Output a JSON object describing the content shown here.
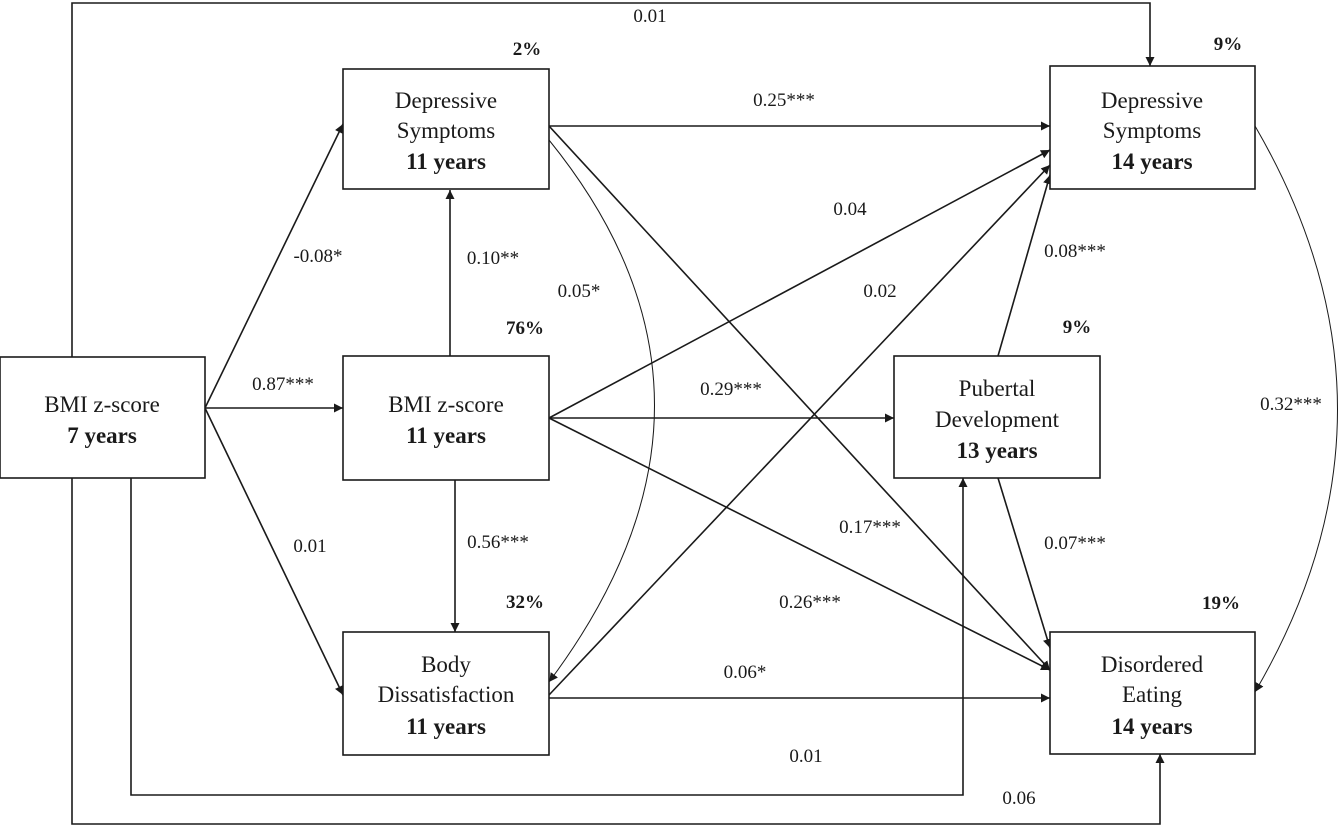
{
  "nodes": {
    "bmi7": {
      "lines": [
        "BMI z-score"
      ],
      "bold": "7 years"
    },
    "dep11": {
      "lines": [
        "Depressive",
        "Symptoms"
      ],
      "bold": "11 years"
    },
    "bmi11": {
      "lines": [
        "BMI z-score"
      ],
      "bold": "11 years"
    },
    "bd11": {
      "lines": [
        "Body",
        "Dissatisfaction"
      ],
      "bold": "11 years"
    },
    "dep14": {
      "lines": [
        "Depressive",
        "Symptoms"
      ],
      "bold": "14 years"
    },
    "pub13": {
      "lines": [
        "Pubertal",
        "Development"
      ],
      "bold": "13 years"
    },
    "de14": {
      "lines": [
        "Disordered",
        "Eating"
      ],
      "bold": "14 years"
    }
  },
  "variance_explained": {
    "dep11": "2%",
    "bmi11": "76%",
    "bd11": "32%",
    "dep14": "9%",
    "pub13": "9%",
    "de14": "19%"
  },
  "paths": [
    {
      "from": "bmi7",
      "to": "dep14",
      "coef": "0.01"
    },
    {
      "from": "bmi7",
      "to": "dep11",
      "coef": "-0.08*"
    },
    {
      "from": "bmi7",
      "to": "bmi11",
      "coef": "0.87***"
    },
    {
      "from": "bmi7",
      "to": "bd11",
      "coef": "0.01"
    },
    {
      "from": "bmi7",
      "to": "pub13",
      "coef": "0.01"
    },
    {
      "from": "bmi7",
      "to": "de14",
      "coef": "0.06"
    },
    {
      "from": "bmi11",
      "to": "dep11",
      "coef": "0.10**"
    },
    {
      "from": "bmi11",
      "to": "bd11",
      "coef": "0.56***"
    },
    {
      "from": "bmi11",
      "to": "dep14",
      "coef": "0.04"
    },
    {
      "from": "bmi11",
      "to": "pub13",
      "coef": "0.29***"
    },
    {
      "from": "bmi11",
      "to": "de14",
      "coef": "0.26***"
    },
    {
      "from": "dep11",
      "to": "dep14",
      "coef": "0.25***"
    },
    {
      "from": "dep11",
      "to": "de14",
      "coef": "0.17***"
    },
    {
      "from": "bd11",
      "to": "dep14",
      "coef": "0.02"
    },
    {
      "from": "bd11",
      "to": "de14",
      "coef": "0.06*"
    },
    {
      "from": "pub13",
      "to": "dep14",
      "coef": "0.08***"
    },
    {
      "from": "pub13",
      "to": "de14",
      "coef": "0.07***"
    }
  ],
  "correlations": [
    {
      "between": [
        "dep11",
        "bd11"
      ],
      "coef": "0.05*"
    },
    {
      "between": [
        "dep14",
        "de14"
      ],
      "coef": "0.32***"
    }
  ]
}
